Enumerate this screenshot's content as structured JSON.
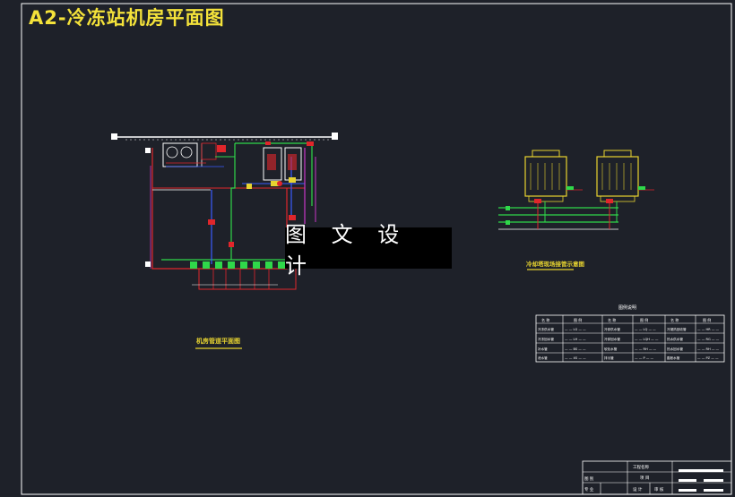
{
  "title": "A2-冷冻站机房平面图",
  "watermark": "图 文 设 计",
  "plan_caption": "机房管道平面图",
  "tower_caption": "冷却塔现场接管示意图",
  "legend": {
    "title": "图例说明",
    "headers": [
      "名 称",
      "图 例",
      "名 称",
      "图 例",
      "名 称",
      "图 例"
    ],
    "rows": [
      [
        "冷冻供水管",
        "— — LG — —",
        "冷却供水管",
        "— — LQ — —",
        "冷凝热回收管",
        "— — HR — —"
      ],
      [
        "冷冻回水管",
        "— — LH — —",
        "冷却回水管",
        "— — LQH — —",
        "热水供水管",
        "— — RG — —"
      ],
      [
        "补水管",
        "— — BS — —",
        "软化水管",
        "— — RH — —",
        "热水回水管",
        "— — RH — —"
      ],
      [
        "泄水管",
        "— — XS — —",
        "排污管",
        "— — P — —",
        "膨胀水管",
        "— — PZ — —"
      ]
    ]
  },
  "title_block": {
    "project": "工程名称",
    "item": "项 目",
    "major": "专 业",
    "design": "设 计",
    "drawing": "图 别",
    "check": "审 核"
  },
  "colors": {
    "background": "#1e2129",
    "title": "#f4e23a",
    "frame": "#ffffff",
    "pipe_red": "#e0262b",
    "pipe_green": "#2fd84a",
    "pipe_blue": "#3b5bff",
    "pipe_magenta": "#c838c8",
    "equipment_yellow": "#e8d430"
  }
}
